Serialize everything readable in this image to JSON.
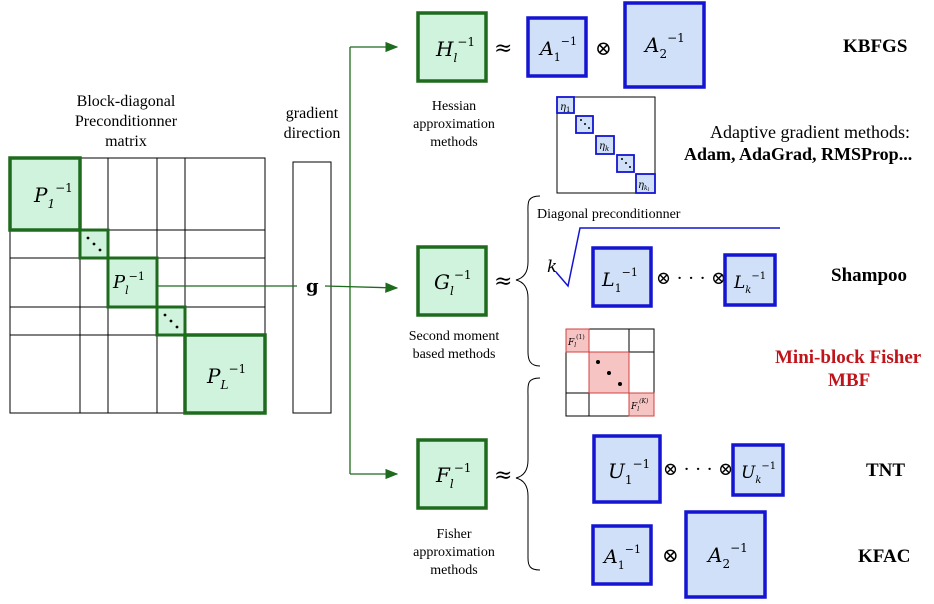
{
  "left": {
    "caption_line1": "Block-diagonal",
    "caption_line2": "Preconditionner",
    "caption_line3": "matrix",
    "block_p1": "P",
    "block_pl": "P",
    "block_pL": "P",
    "sub_1": "1",
    "sub_l": "l",
    "sub_L": "L",
    "inverse_exp": "−1"
  },
  "gradient": {
    "caption_line1": "gradient",
    "caption_line2": "direction",
    "symbol": "g"
  },
  "hessian": {
    "symbol": "H",
    "caption_line1": "Hessian",
    "caption_line2": "approximation",
    "caption_line3": "methods",
    "kron_left": "A",
    "kron_right": "A",
    "method": "KBFGS"
  },
  "adaptive": {
    "eta1": "η",
    "eta_k": "η",
    "eta_kl": "η",
    "title": "Adaptive gradient methods:",
    "methods": "Adam, AdaGrad, RMSProp...",
    "diag_caption": "Diagonal preconditionner"
  },
  "second_moment": {
    "symbol": "G",
    "caption_line1": "Second moment",
    "caption_line2": "based methods",
    "k_label": "k",
    "left_block": "L",
    "right_block": "L",
    "method": "Shampoo"
  },
  "mbf": {
    "top_block": "F",
    "bottom_block": "F",
    "title_line1": "Mini-block Fisher",
    "title_line2": "MBF",
    "color": "#c0141a"
  },
  "fisher": {
    "symbol": "F",
    "caption_line1": "Fisher",
    "caption_line2": "approximation",
    "caption_line3": "methods",
    "tnt_left": "U",
    "tnt_right": "U",
    "tnt_method": "TNT",
    "kfac_left": "A",
    "kfac_right": "A",
    "kfac_method": "KFAC"
  },
  "operators": {
    "approx": "≈",
    "kron": "⊗",
    "kron_dots": "⊗ · · · ⊗"
  },
  "colors": {
    "green_stroke": "#1e6b1e",
    "green_fill": "#cff3dc",
    "blue_stroke": "#1414d2",
    "blue_fill": "#cfe0f8",
    "red_fill": "#f7c4c4",
    "red_stroke": "#d04040"
  }
}
